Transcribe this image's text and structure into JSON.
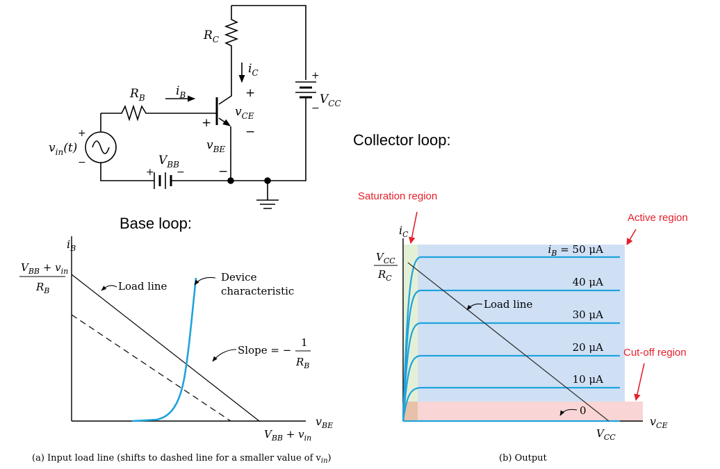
{
  "colors": {
    "curve": "#1fa3dc",
    "wire": "#000000",
    "annotation": "#e4202a",
    "saturation_fill": "#e3f0d6",
    "active_fill": "#cfe0f5",
    "cutoff_fill": "#f9d3d3"
  },
  "circuit": {
    "rc_label": "R",
    "rc_sub": "C",
    "ic_label": "i",
    "ic_sub": "C",
    "rb_label": "R",
    "rb_sub": "B",
    "ib_label": "i",
    "ib_sub": "B",
    "vce_label": "v",
    "vce_sub": "CE",
    "vbe_label": "v",
    "vbe_sub": "BE",
    "vcc_label": "V",
    "vcc_sub": "CC",
    "vbb_label": "V",
    "vbb_sub": "BB",
    "vin_label": "v",
    "vin_sub": "in",
    "vin_arg": "(t)",
    "plus": "+",
    "minus": "−"
  },
  "headings": {
    "collector_loop": "Collector loop:",
    "base_loop": "Base loop:"
  },
  "input_plot": {
    "y_axis": "i",
    "y_axis_sub": "B",
    "y_intercept_num": "V",
    "y_intercept_num_sub": "BB",
    "y_intercept_num_rest": " + v",
    "y_intercept_num_rest_sub": "in",
    "y_intercept_den": "R",
    "y_intercept_den_sub": "B",
    "load_line_label": "Load line",
    "device_char_line1": "Device",
    "device_char_line2": "characteristic",
    "slope_label": "Slope = −",
    "slope_num": "1",
    "slope_den": "R",
    "slope_den_sub": "B",
    "x_intercept": "V",
    "x_intercept_sub": "BB",
    "x_intercept_rest": " + v",
    "x_intercept_rest_sub": "in",
    "x_axis": "v",
    "x_axis_sub": "BE",
    "caption": "(a) Input load line (shifts to dashed line for a smaller value of v",
    "caption_sub": "in",
    "caption_end": ")"
  },
  "output_plot": {
    "y_axis": "i",
    "y_axis_sub": "C",
    "y_intercept_num": "V",
    "y_intercept_num_sub": "CC",
    "y_intercept_den": "R",
    "y_intercept_den_sub": "C",
    "load_line_label": "Load line",
    "x_axis": "v",
    "x_axis_sub": "CE",
    "x_intercept": "V",
    "x_intercept_sub": "CC",
    "caption": "(b) Output",
    "saturation_region": "Saturation region",
    "active_region": "Active region",
    "cutoff_region": "Cut-off region",
    "curve_labels": [
      {
        "text": "i",
        "sub": "B",
        "rest": " = 50 μA"
      },
      {
        "text": "",
        "sub": "",
        "rest": "40 μA"
      },
      {
        "text": "",
        "sub": "",
        "rest": "30 μA"
      },
      {
        "text": "",
        "sub": "",
        "rest": "20 μA"
      },
      {
        "text": "",
        "sub": "",
        "rest": "10 μA"
      },
      {
        "text": "",
        "sub": "",
        "rest": "0"
      }
    ]
  }
}
